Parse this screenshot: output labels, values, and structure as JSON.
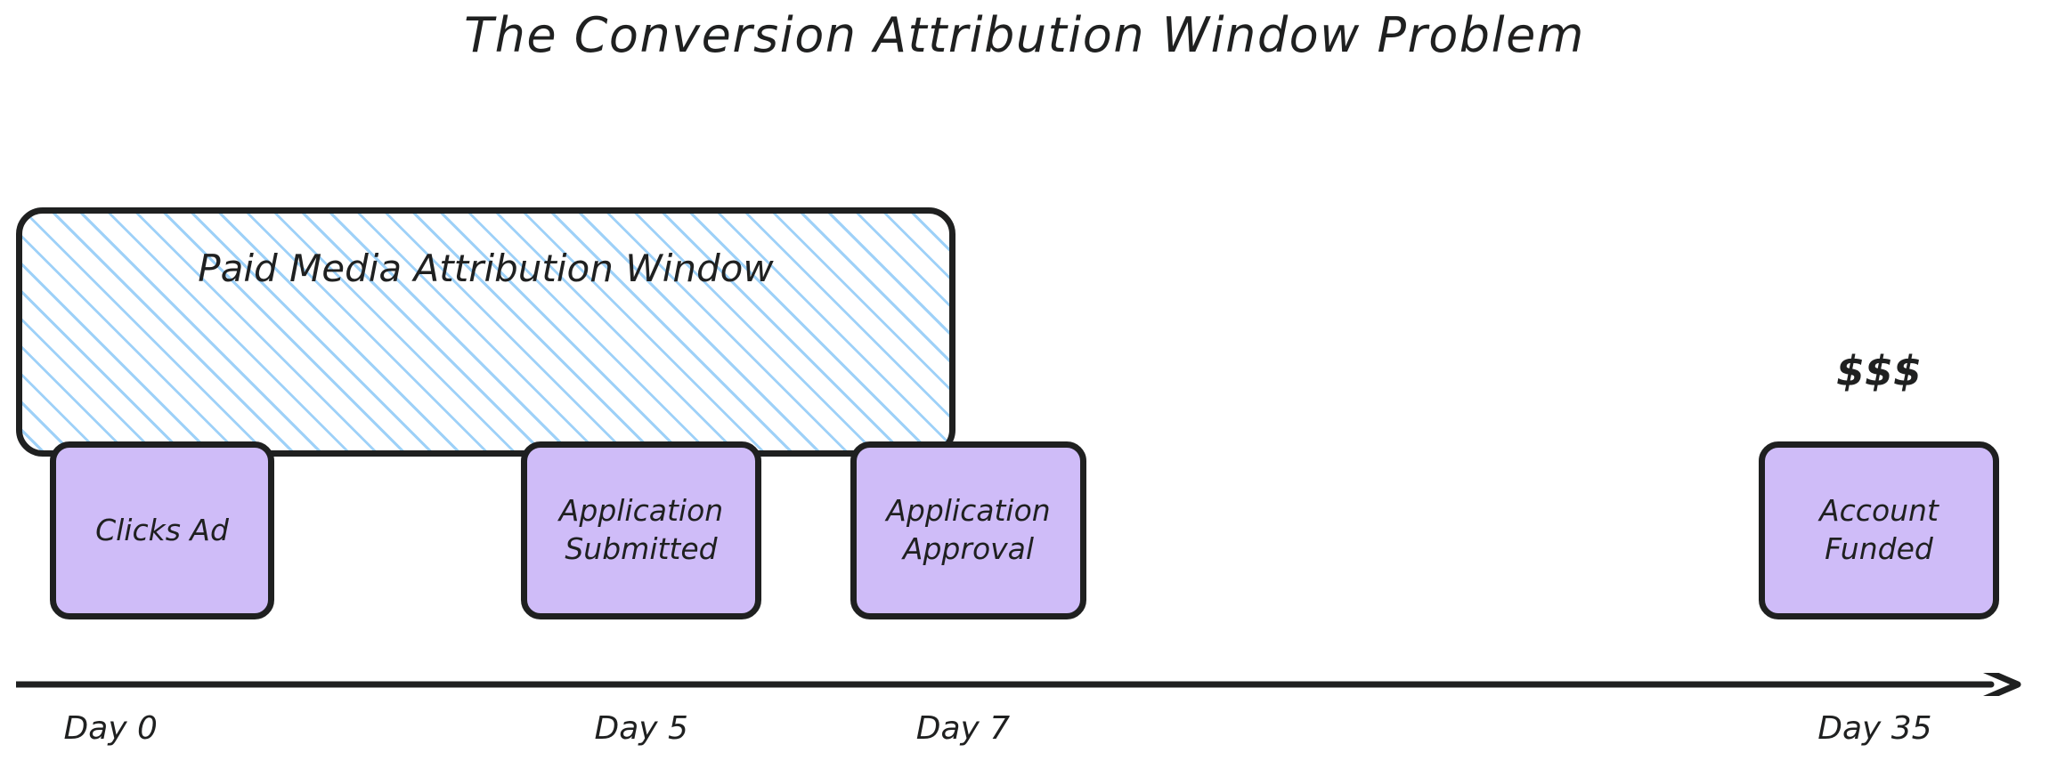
{
  "title": "The Conversion Attribution Window Problem",
  "colors": {
    "node_fill": "#cfbcf8",
    "stroke": "#1f2020",
    "hatch": "#9ed1f8",
    "background": "#ffffff"
  },
  "attribution_window": {
    "label": "Paid Media Attribution Window",
    "covers_days": "Day 0 to Day 7"
  },
  "money_annotation": "$$$",
  "nodes": [
    {
      "id": "clicks-ad",
      "label": "Clicks Ad",
      "day": "Day 0",
      "inside_window": true
    },
    {
      "id": "application-submitted",
      "label": "Application\nSubmitted",
      "day": "Day 5",
      "inside_window": true
    },
    {
      "id": "application-approval",
      "label": "Application\nApproval",
      "day": "Day 7",
      "inside_window": true
    },
    {
      "id": "account-funded",
      "label": "Account\nFunded",
      "day": "Day 35",
      "inside_window": false
    }
  ],
  "timeline": {
    "ticks": [
      {
        "label": "Day 0",
        "x_pct": 5.4
      },
      {
        "label": "Day 5",
        "x_pct": 31.3
      },
      {
        "label": "Day 7",
        "x_pct": 47.0
      },
      {
        "label": "Day 35",
        "x_pct": 91.5
      }
    ],
    "arrow_direction": "right"
  }
}
